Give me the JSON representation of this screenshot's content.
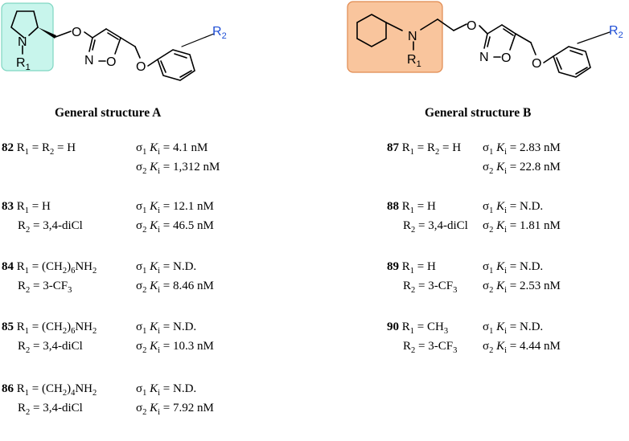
{
  "structures": {
    "A": {
      "title": "General structure A",
      "atoms": {
        "n": "N",
        "r1_base": "R",
        "r1_sub": "1",
        "o_ether": "O",
        "n_ring": "N",
        "o_ring": "O",
        "o_aryl": "O",
        "r2_base": "R",
        "r2_sub": "2"
      },
      "highlight_color": "#c8f5ec",
      "highlight_border": "#7fd6c2"
    },
    "B": {
      "title": "General structure B",
      "atoms": {
        "n": "N",
        "r1_base": "R",
        "r1_sub": "1",
        "o_ether": "O",
        "n_ring": "N",
        "o_ring": "O",
        "o_aryl": "O",
        "r2_base": "R",
        "r2_sub": "2"
      },
      "highlight_color": "#f9c59d",
      "highlight_border": "#e08a50"
    }
  },
  "colors": {
    "r2_label": "#1f4fd6",
    "text": "#000000"
  },
  "left_entries": [
    {
      "num": "82",
      "r1": [
        "R",
        "1",
        " = R",
        "2",
        " = H"
      ],
      "r2": [],
      "s1": [
        "σ",
        "1",
        " K",
        "i",
        " = 4.1 nM"
      ],
      "s2": [
        "σ",
        "2",
        " K",
        "i",
        " = 1,312 nM"
      ]
    },
    {
      "num": "83",
      "r1": [
        "R",
        "1",
        "  = H"
      ],
      "r2": [
        "R",
        "2",
        " = 3,4-diCl"
      ],
      "s1": [
        "σ",
        "1",
        " K",
        "i",
        " = 12.1 nM"
      ],
      "s2": [
        "σ",
        "2",
        " K",
        "i",
        " = 46.5 nM"
      ]
    },
    {
      "num": "84",
      "r1": [
        "R",
        "1",
        "  = (CH",
        "2",
        ")",
        "6",
        "NH",
        "2"
      ],
      "r2": [
        "R",
        "2",
        " = 3-CF",
        "3"
      ],
      "s1": [
        "σ",
        "1",
        " K",
        "i",
        " = N.D."
      ],
      "s2": [
        "σ",
        "2",
        " K",
        "i",
        " = 8.46 nM"
      ]
    },
    {
      "num": "85",
      "r1": [
        "R",
        "1",
        "  = (CH",
        "2",
        ")",
        "6",
        "NH",
        "2"
      ],
      "r2": [
        "R",
        "2",
        " = 3,4-diCl"
      ],
      "s1": [
        "σ",
        "1",
        " K",
        "i",
        " = N.D."
      ],
      "s2": [
        "σ",
        "2",
        " K",
        "i",
        " = 10.3 nM"
      ]
    },
    {
      "num": "86",
      "r1": [
        "R",
        "1",
        "  = (CH",
        "2",
        ")",
        "4",
        "NH",
        "2"
      ],
      "r2": [
        "R",
        "2",
        " = 3,4-diCl"
      ],
      "s1": [
        "σ",
        "1",
        " K",
        "i",
        " = N.D."
      ],
      "s2": [
        "σ",
        "2",
        " K",
        "i",
        " = 7.92 nM"
      ]
    }
  ],
  "right_entries": [
    {
      "num": "87",
      "r1": [
        "R",
        "1",
        " = R",
        "2",
        " = H"
      ],
      "r2": [],
      "s1": [
        "σ",
        "1",
        " K",
        "i",
        " = 2.83 nM"
      ],
      "s2": [
        "σ",
        "2",
        " K",
        "i",
        " = 22.8 nM"
      ]
    },
    {
      "num": "88",
      "r1": [
        "R",
        "1",
        "  = H"
      ],
      "r2": [
        "R",
        "2",
        " = 3,4-diCl"
      ],
      "s1": [
        "σ",
        "1",
        " K",
        "i",
        " = N.D."
      ],
      "s2": [
        "σ",
        "2",
        " K",
        "i",
        " = 1.81 nM"
      ]
    },
    {
      "num": "89",
      "r1": [
        "R",
        "1",
        "  = H"
      ],
      "r2": [
        "R",
        "2",
        " = 3-CF",
        "3"
      ],
      "s1": [
        "σ",
        "1",
        " K",
        "i",
        " = N.D."
      ],
      "s2": [
        "σ",
        "2",
        " K",
        "i",
        " = 2.53 nM"
      ]
    },
    {
      "num": "90",
      "r1": [
        "R",
        "1",
        "  = CH",
        "3"
      ],
      "r2": [
        "R",
        "2",
        " = 3-CF",
        "3"
      ],
      "s1": [
        "σ",
        "1",
        " K",
        "i",
        " = N.D."
      ],
      "s2": [
        "σ",
        "2",
        " K",
        "i",
        " = 4.44 nM"
      ]
    }
  ]
}
